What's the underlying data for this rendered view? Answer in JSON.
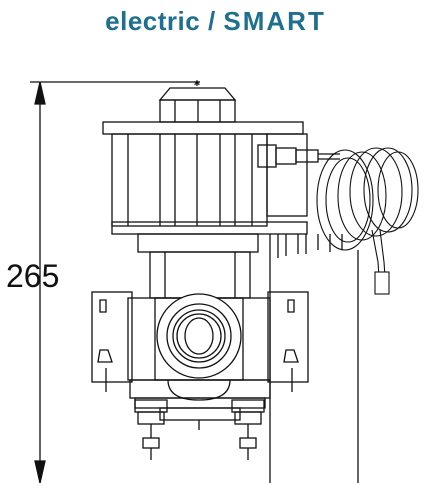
{
  "title": {
    "prefix": "electric / ",
    "emphasis": "SMART"
  },
  "dimension": {
    "height_value": "265"
  },
  "colors": {
    "title": "#1f6f8f",
    "line": "#111111"
  }
}
